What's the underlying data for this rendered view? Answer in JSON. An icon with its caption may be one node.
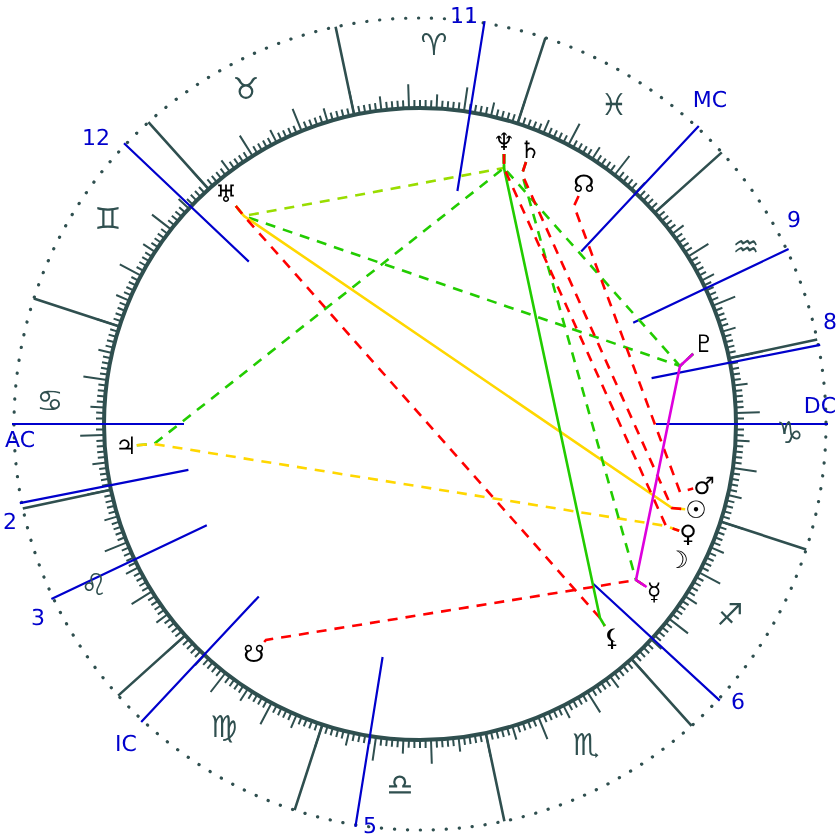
{
  "diagram": {
    "nodes": [
      {
        "text": [
          "♆"
        ]
      },
      {
        "text": [
          "♄"
        ]
      },
      {
        "text": [
          "☊"
        ]
      },
      {
        "text": [
          "♅"
        ]
      },
      {
        "text": [
          "♇"
        ]
      },
      {
        "text": [
          "♃"
        ]
      },
      {
        "text": [
          "♂"
        ]
      },
      {
        "text": [
          "☉"
        ]
      },
      {
        "text": [
          "♀"
        ]
      },
      {
        "text": [
          "☽"
        ]
      },
      {
        "text": [
          "☿"
        ]
      },
      {
        "text": [
          "⚸"
        ]
      },
      {
        "text": [
          "☋"
        ]
      }
    ],
    "edges": [
      {
        "from": 3,
        "to": 0,
        "arrow": "none",
        "style": "dashed",
        "color": "#99dd00"
      },
      {
        "from": 3,
        "to": 4,
        "arrow": "none",
        "style": "dashed"
      },
      {
        "from": 3,
        "to": 7,
        "arrow": "none",
        "color": "#ffd700"
      },
      {
        "from": 3,
        "to": 11,
        "arrow": "none",
        "style": "dashed",
        "color": "#ff0000"
      },
      {
        "from": 5,
        "to": 0,
        "arrow": "none",
        "style": "dashed"
      },
      {
        "from": 5,
        "to": 8,
        "arrow": "none",
        "style": "dashed",
        "color": "#ffd700"
      },
      {
        "from": 0,
        "to": 11,
        "arrow": "none"
      },
      {
        "from": 0,
        "to": 4,
        "arrow": "none",
        "style": "dashed"
      },
      {
        "from": 1,
        "to": 10,
        "arrow": "none",
        "style": "dashed"
      },
      {
        "from": 0,
        "to": 8,
        "arrow": "none",
        "style": "dashed",
        "color": "#ff0000"
      },
      {
        "from": 1,
        "to": 7,
        "arrow": "none",
        "style": "dashed",
        "color": "#ff0000"
      },
      {
        "from": 2,
        "to": 6,
        "arrow": "none",
        "style": "dashed",
        "color": "#ff0000"
      },
      {
        "from": 12,
        "to": 10,
        "arrow": "none",
        "style": "dashed",
        "color": "#ff0000"
      },
      {
        "from": 4,
        "to": 10,
        "arrow": "none",
        "color": "#dd00dd"
      }
    ],
    "labels": [
      "11",
      "♈",
      "♉",
      "♓",
      "MC",
      "12",
      "♊",
      "9",
      "♒",
      "8",
      "♋",
      "DC",
      "AC",
      "♑",
      "2",
      "♌",
      "3",
      "♐",
      "6",
      "IC",
      "♍",
      "♏",
      "♎",
      "5"
    ]
  }
}
